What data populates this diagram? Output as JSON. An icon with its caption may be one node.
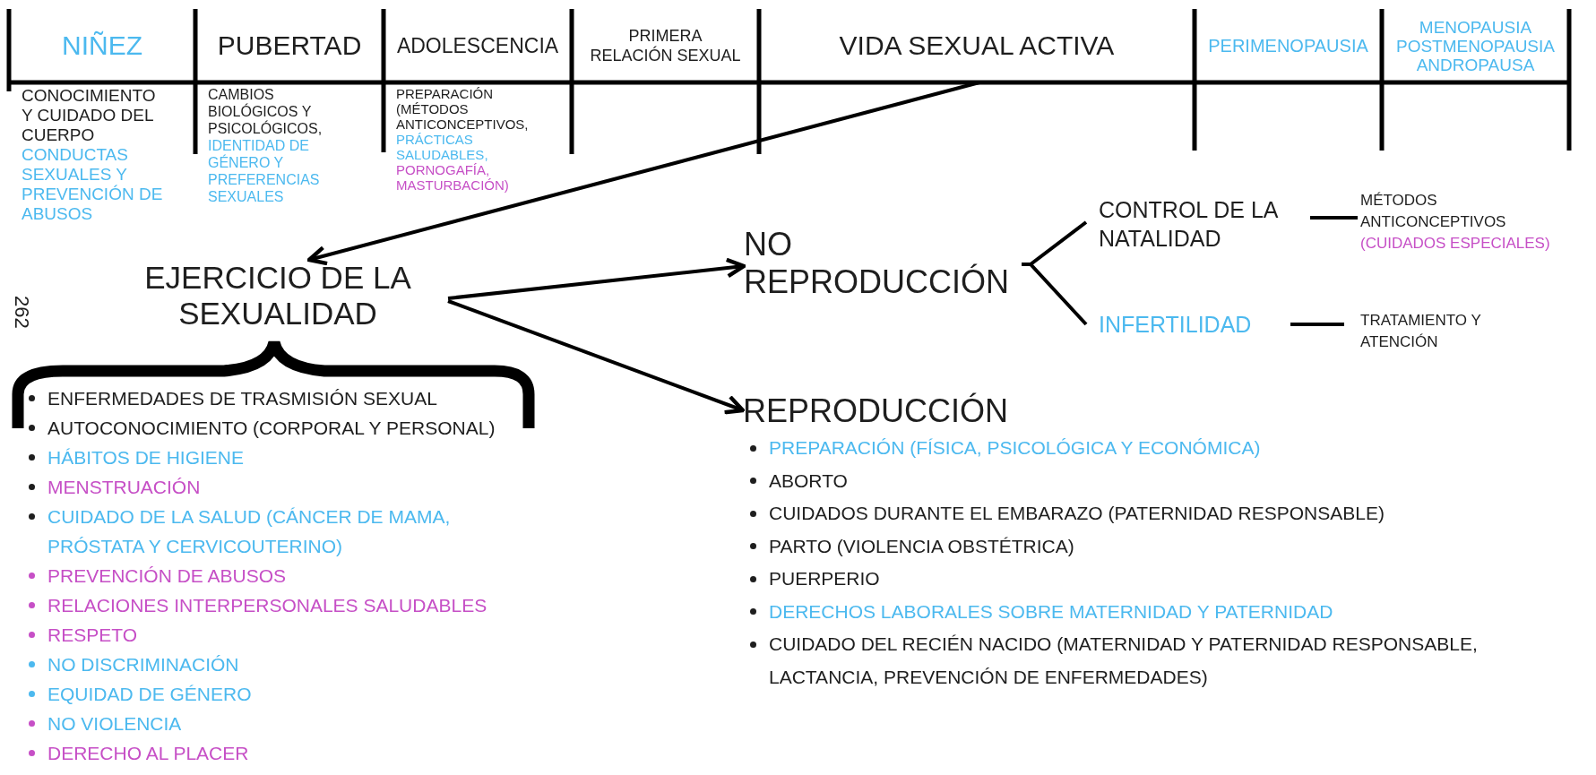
{
  "diagram": {
    "nodes": [
      {
        "text": [
          "NIÑEZ",
          "CONOCIMIENTO Y CUIDADO DEL CUERPO",
          "CONDUCTAS SEXUALES Y PREVENCIÓN DE ABUSOS"
        ]
      },
      {
        "text": [
          "PUBERTAD",
          "CAMBIOS BIOLÓGICOS Y PSICOLÓGICOS,",
          "IDENTIDAD DE GÉNERO Y PREFERENCIAS SEXUALES"
        ]
      },
      {
        "text": [
          "ADOLESCENCIA",
          "PREPARACIÓN (MÉTODOS ANTICONCEPTIVOS,",
          "PRÁCTICAS SALUDABLES,",
          "PORNOGAFÍA, MASTURBACIÓN)"
        ]
      },
      {
        "text": [
          "PRIMERA RELACIÓN SEXUAL"
        ]
      },
      {
        "text": [
          "VIDA SEXUAL ACTIVA"
        ]
      },
      {
        "text": [
          "PERIMENOPAUSIA"
        ]
      },
      {
        "text": [
          "MENOPAUSIA POSTMENOPAUSIA ANDROPAUSA"
        ]
      },
      {
        "text": [
          "EJERCICIO DE LA SEXUALIDAD"
        ]
      },
      {
        "text": [
          "ENFERMEDADES DE TRASMISIÓN SEXUAL",
          "AUTOCONOCIMIENTO (CORPORAL Y PERSONAL)",
          "HÁBITOS DE HIGIENE",
          "MENSTRUACIÓN",
          "CUIDADO DE LA SALUD (CÁNCER DE MAMA, PRÓSTATA Y CERVICOUTERINO)",
          "PREVENCIÓN DE ABUSOS",
          "RELACIONES INTERPERSONALES SALUDABLES",
          "RESPETO",
          "NO DISCRIMINACIÓN",
          "EQUIDAD DE GÉNERO",
          "NO VIOLENCIA",
          "DERECHO AL PLACER"
        ]
      },
      {
        "text": [
          "NO REPRODUCCIÓN"
        ]
      },
      {
        "text": [
          "REPRODUCCIÓN",
          "PREPARACIÓN (FÍSICA, PSICOLÓGICA Y ECONÓMICA)",
          "ABORTO",
          "CUIDADOS DURANTE EL EMBARAZO (PATERNIDAD RESPONSABLE)",
          "PARTO (VIOLENCIA OBSTÉTRICA)",
          "PUERPERIO",
          "DERECHOS  LABORALES SOBRE MATERNIDAD Y PATERNIDAD",
          "CUIDADO DEL RECIÉN NACIDO (MATERNIDAD Y PATERNIDAD RESPONSABLE, LACTANCIA, PREVENCIÓN DE ENFERMEDADES)"
        ]
      },
      {
        "text": [
          "CONTROL DE LA NATALIDAD"
        ]
      },
      {
        "text": [
          "INFERTILIDAD"
        ]
      },
      {
        "text": [
          "MÉTODOS ANTICONCEPTIVOS",
          "(CUIDADOS ESPECIALES)"
        ]
      },
      {
        "text": [
          "TRATAMIENTO Y ATENCIÓN"
        ]
      }
    ],
    "edges": [
      {
        "from": 4,
        "to": 7,
        "arrow": "to"
      },
      {
        "from": 7,
        "to": 9,
        "arrow": "to"
      },
      {
        "from": 7,
        "to": 10,
        "arrow": "to"
      },
      {
        "from": 9,
        "to": 11,
        "arrow": "none"
      },
      {
        "from": 9,
        "to": 12,
        "arrow": "none"
      },
      {
        "from": 11,
        "to": 13,
        "arrow": "none"
      },
      {
        "from": 12,
        "to": 14,
        "arrow": "none"
      }
    ],
    "labels": [
      "262"
    ]
  }
}
